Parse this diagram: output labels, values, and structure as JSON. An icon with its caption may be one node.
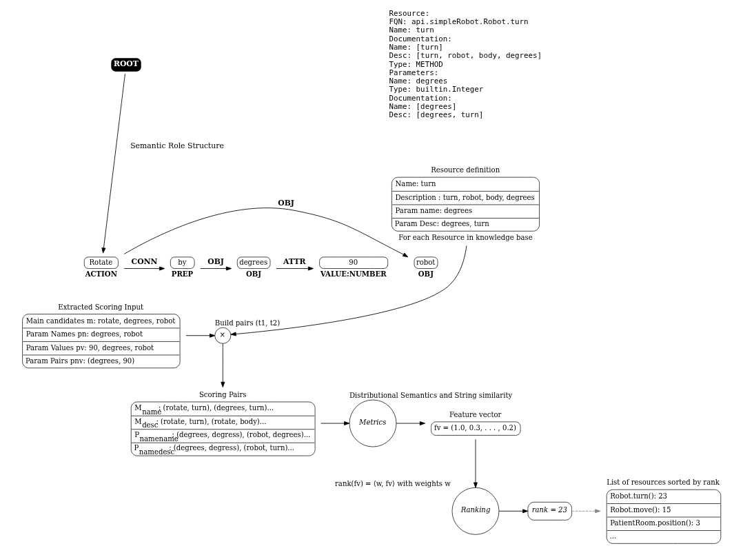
{
  "diagram": {
    "nodes": [
      {
        "text": [
          "ROOT"
        ]
      },
      {
        "text": [
          "Rotate"
        ],
        "beside": [
          "ACTION"
        ]
      },
      {
        "text": [
          "robot"
        ],
        "beside": [
          "OBJ"
        ]
      },
      {
        "text": [
          "by"
        ],
        "beside": [
          "PREP"
        ]
      },
      {
        "text": [
          "90"
        ],
        "beside": [
          "VALUE:NUMBER"
        ]
      },
      {
        "text": [
          "degrees"
        ],
        "beside": [
          "OBJ"
        ]
      },
      {
        "text": [
          "Extracted Scoring Input",
          "Main candidates m: rotate, degrees, robot",
          "Param Names pn: degrees, robot",
          "Param Values pv: 90, degrees, robot",
          "Param Pairs pnv: (degrees, 90)"
        ]
      },
      {
        "text": [
          "×"
        ],
        "beside": [
          "Build pairs (t1, t2)"
        ]
      },
      {
        "text": [
          "Resource definition",
          "Name: turn",
          "Description : turn, robot, body, degrees",
          "Param name: degrees",
          "Param Desc: degrees, turn"
        ],
        "beside": [
          "For each Resource in knowledge base"
        ]
      },
      {
        "text": [
          "Scoring Pairs",
          "M$_{name}$: (rotate, turn), (degrees, turn)...",
          "M$_{desc}$: (rotate, turn), (rotate, body)...",
          "P$_{namename}$: (degrees, degress), (robot, degrees)...",
          "P$_{namedesc}$: (degrees, degress), (robot, turn)..."
        ]
      },
      {
        "text": [
          "Metrics"
        ],
        "beside": [
          "Distributional Semantics and String similarity"
        ]
      },
      {
        "text": [
          "Feature vector",
          "fv = (1.0, 0.3, . . . , 0.2)"
        ]
      },
      {
        "text": [
          "Ranking"
        ],
        "beside": [
          "rank(fv) = ⟨w, fv⟩ with weights w"
        ]
      },
      {
        "text": [
          "rank = 23"
        ]
      },
      {
        "text": [
          "List of resources sorted by rank",
          "Robot.turn(): 23",
          "Robot.move(): 15",
          "PatientRoom.position(): 3",
          "..."
        ]
      }
    ],
    "edges": [
      {
        "from": 0,
        "to": 1,
        "arrow": "to"
      },
      {
        "from": 1,
        "to": 3,
        "arrow": "to",
        "label": "CONN"
      },
      {
        "from": 1,
        "to": 2,
        "arrow": "to",
        "label": "OBJ"
      },
      {
        "from": 3,
        "to": 5,
        "arrow": "to",
        "label": "OBJ"
      },
      {
        "from": 5,
        "to": 4,
        "arrow": "to",
        "label": "ATTR"
      },
      {
        "from": 6,
        "to": 7,
        "arrow": "to"
      },
      {
        "from": 8,
        "to": 7,
        "arrow": "to"
      },
      {
        "from": 7,
        "to": 9,
        "arrow": "to"
      },
      {
        "from": 9,
        "to": 10,
        "arrow": "to"
      },
      {
        "from": 10,
        "to": 11,
        "arrow": "to"
      },
      {
        "from": 11,
        "to": 12,
        "arrow": "to"
      },
      {
        "from": 12,
        "to": 13,
        "arrow": "to"
      },
      {
        "from": 13,
        "to": 14,
        "arrow": "to",
        "style": "dashed",
        "color": "#888888"
      }
    ],
    "labels": [
      "Semantic Role Structure",
      "Resource:",
      "FQN: api.simpleRobot.Robot.turn",
      "Name: turn",
      "Documentation:",
      "Name: [turn]",
      "Desc: [turn, robot, body, degrees]",
      "Type: METHOD",
      "Parameters:",
      "Name: degrees",
      "Type: builtin.Integer",
      "Documentation:",
      "Name: [degrees]",
      "Desc: [degrees, turn]"
    ]
  }
}
